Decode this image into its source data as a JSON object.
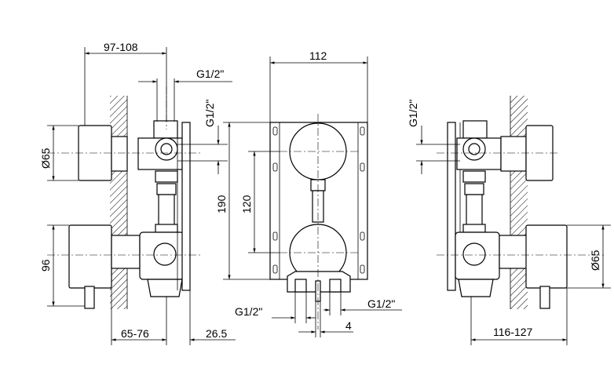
{
  "dimensions": {
    "left_top_width": "97-108",
    "left_thread_top": "G1/2\"",
    "left_thread_side": "G1/2\"",
    "left_diameter": "Ø65",
    "left_height_96": "96",
    "left_depth": "65-76",
    "left_offset": "26.5",
    "front_width": "112",
    "front_height_190": "190",
    "front_height_120": "120",
    "front_thread_bottom_left": "G1/2\"",
    "front_thread_bottom_right": "G1/2\"",
    "front_offset_4": "4",
    "right_thread_side": "G1/2\"",
    "right_diameter": "Ø65",
    "right_depth": "116-127"
  }
}
